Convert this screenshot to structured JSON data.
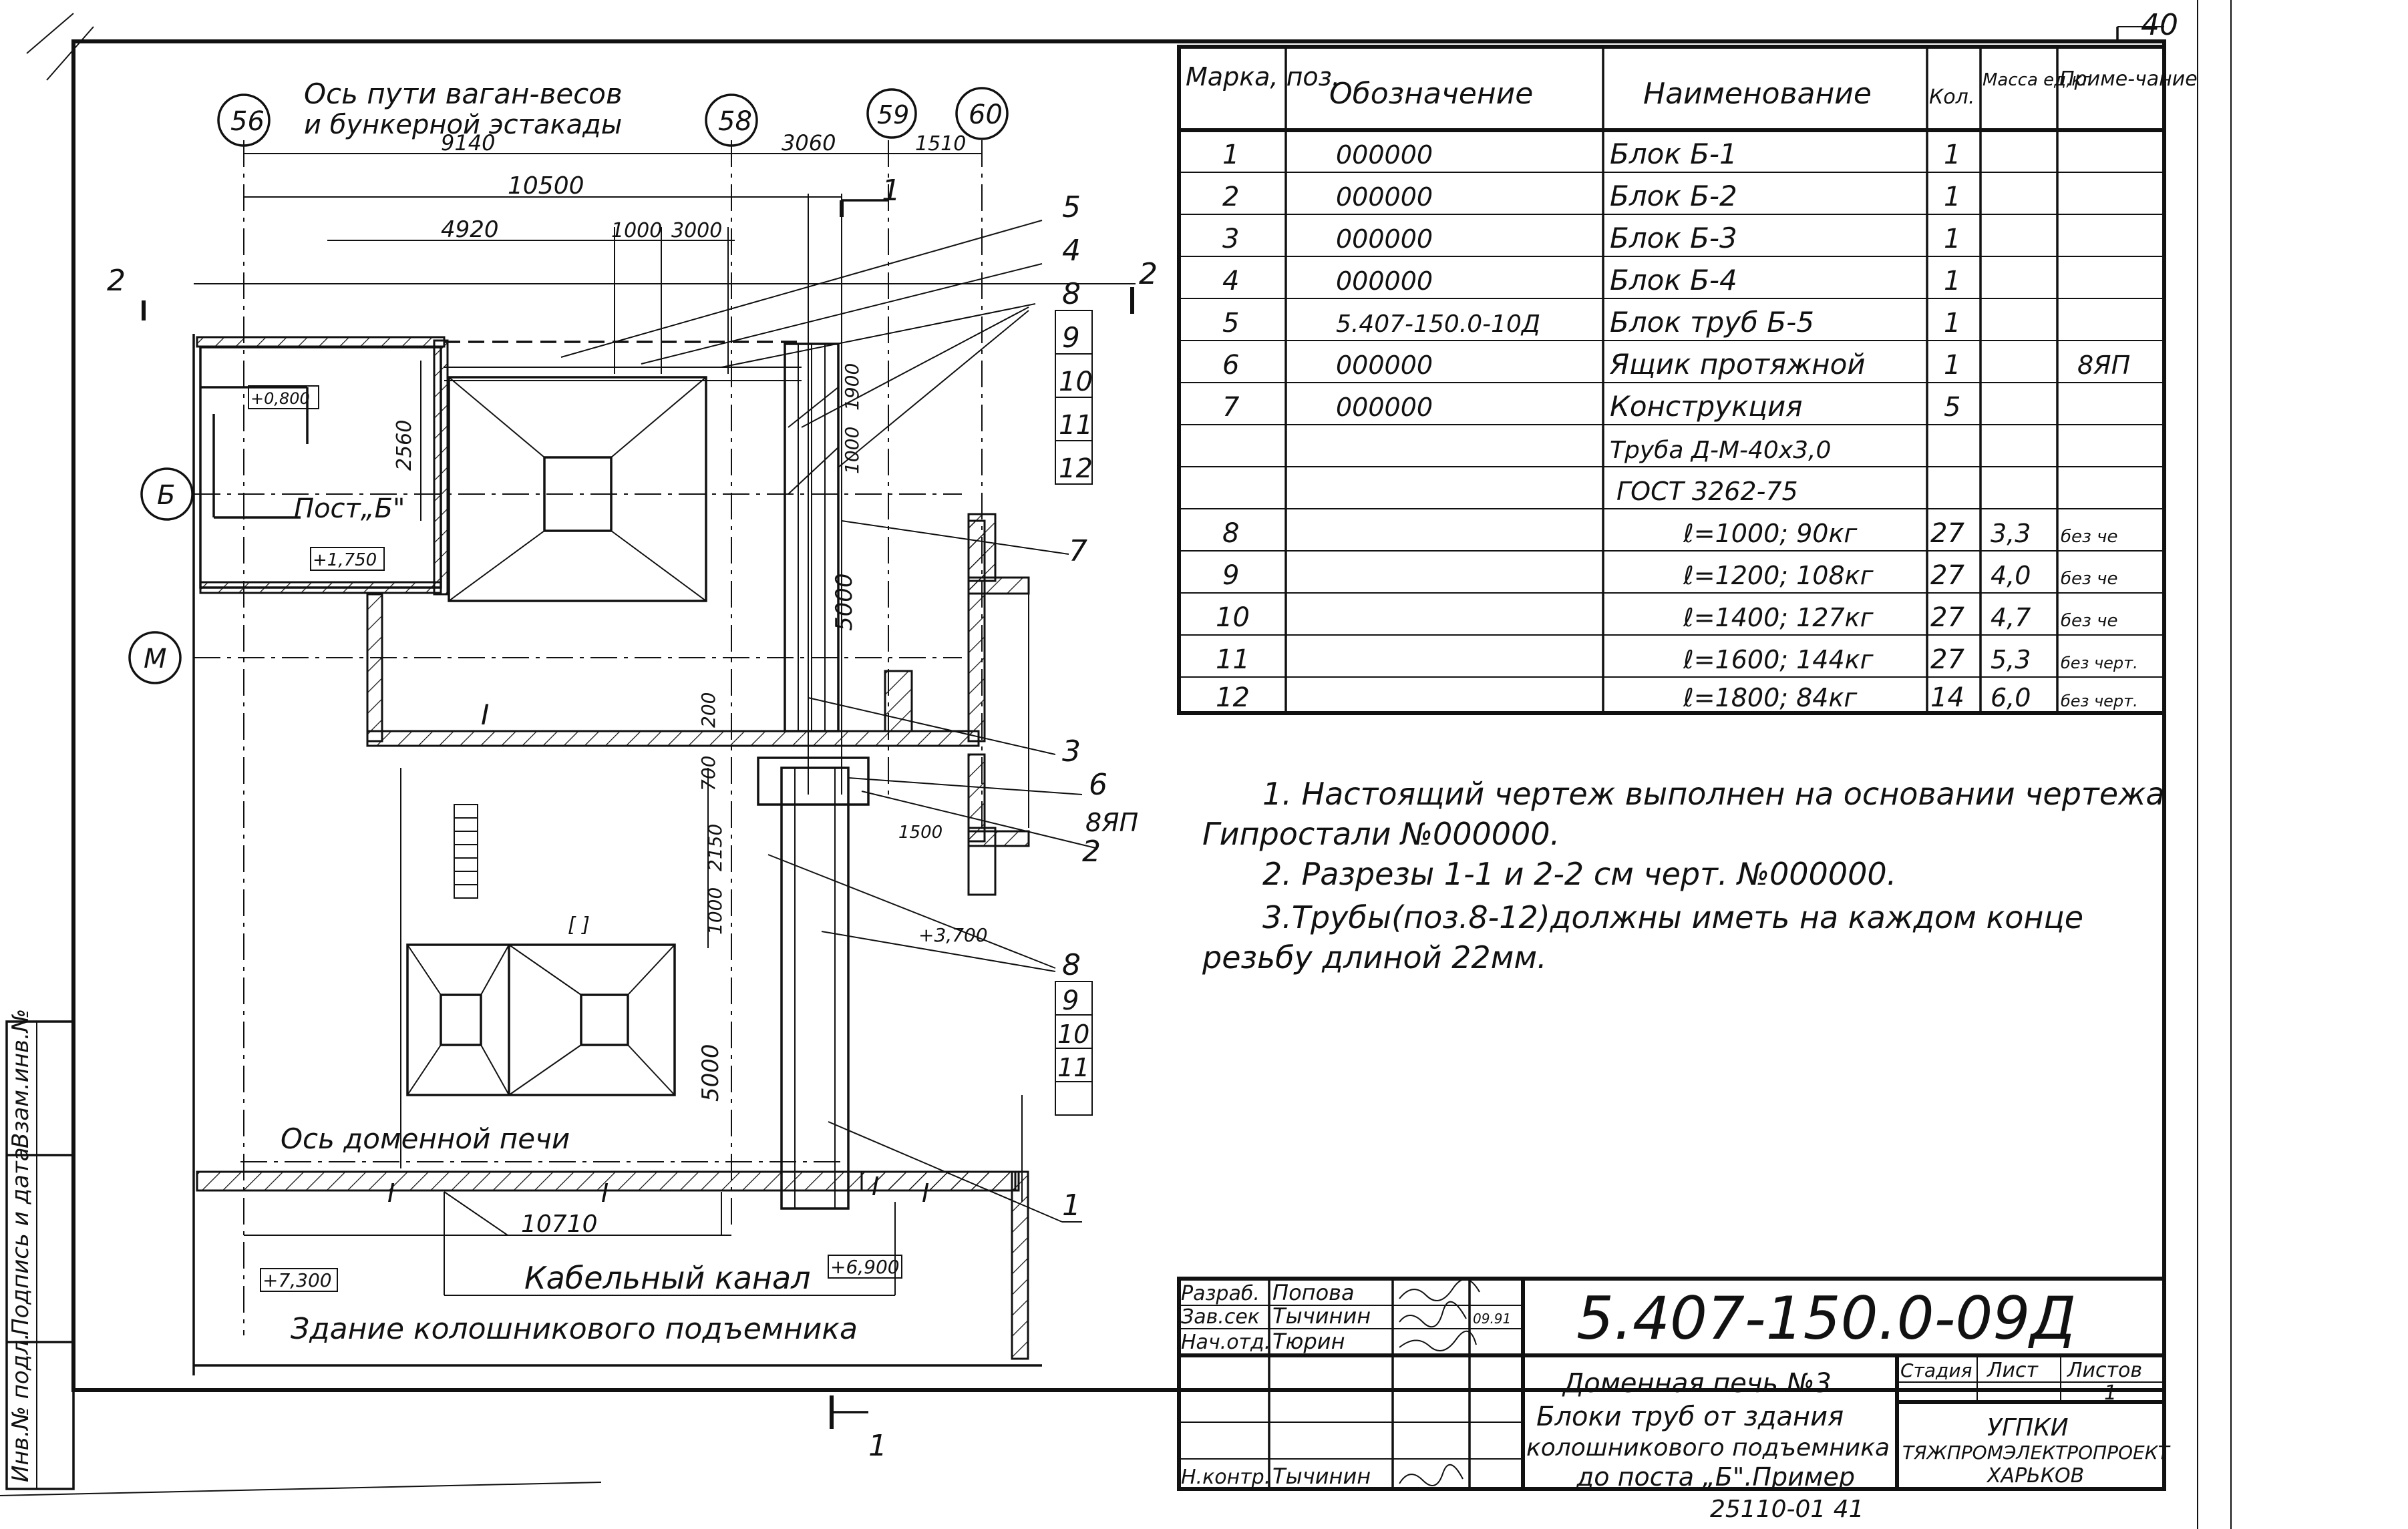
{
  "sheet_number": "40",
  "axes": {
    "a56": "56",
    "a58": "58",
    "a59": "59",
    "a60": "60",
    "aB": "Б",
    "aM": "М"
  },
  "plan": {
    "axis_label": "Ось пути ваган-весов",
    "axis_label2": "и бункерной эстакады",
    "furnace_axis": "Ось доменной печи",
    "cable_channel": "Кабельный канал",
    "building": "Здание колошникового подъемника",
    "post": "Пост„Б\"",
    "beam_mark1": "I",
    "beam_mark2": "I",
    "beam_mark3": "I",
    "beam_mark4": "I",
    "beam_mark5": "I",
    "bracket_marks": "[ ]",
    "dims": {
      "d9140": "9140",
      "d3060": "3060",
      "d1510": "1510",
      "d10500": "10500",
      "d4920": "4920",
      "d1000a": "1000",
      "d3000": "3000",
      "d1900": "1900",
      "d1000b": "1000",
      "d2560": "2560",
      "d5000a": "5000",
      "d200": "200",
      "d700": "700",
      "d1500": "1500",
      "d2150": "2150",
      "d1000c": "1000",
      "d5000b": "5000",
      "d10710": "10710"
    },
    "levels": {
      "l0800": "+0,800",
      "l1750": "+1,750",
      "l3700": "+3,700",
      "l7300": "+7,300",
      "l6900": "+6,900"
    },
    "sections": {
      "s1a": "1",
      "s1b": "1",
      "s2a": "2",
      "s2b": "2"
    },
    "callouts": {
      "c5": "5",
      "c4": "4",
      "c8a": "8",
      "c9a": "9",
      "c10a": "10",
      "c11a": "11",
      "c12a": "12",
      "c7": "7",
      "c3": "3",
      "c6": "6",
      "c8yap": "8ЯП",
      "c2": "2",
      "c8b": "8",
      "c9b": "9",
      "c10b": "10",
      "c11b": "11",
      "c1": "1"
    }
  },
  "spec": {
    "headers": {
      "mark": "Марка, поз.",
      "designation": "Обозначение",
      "name": "Наименование",
      "qty": "Кол.",
      "mass": "Масса ед,кг",
      "note": "Приме-чание"
    },
    "rows": [
      {
        "mark": "1",
        "des": "000000",
        "name": "Блок Б-1",
        "qty": "1",
        "mass": "",
        "note": ""
      },
      {
        "mark": "2",
        "des": "000000",
        "name": "Блок Б-2",
        "qty": "1",
        "mass": "",
        "note": ""
      },
      {
        "mark": "3",
        "des": "000000",
        "name": "Блок Б-3",
        "qty": "1",
        "mass": "",
        "note": ""
      },
      {
        "mark": "4",
        "des": "000000",
        "name": "Блок Б-4",
        "qty": "1",
        "mass": "",
        "note": ""
      },
      {
        "mark": "5",
        "des": "5.407-150.0-10Д",
        "name": "Блок труб Б-5",
        "qty": "1",
        "mass": "",
        "note": ""
      },
      {
        "mark": "6",
        "des": "000000",
        "name": "Ящик протяжной",
        "qty": "1",
        "mass": "",
        "note": "8ЯП"
      },
      {
        "mark": "7",
        "des": "000000",
        "name": "Конструкция",
        "qty": "5",
        "mass": "",
        "note": ""
      },
      {
        "mark": "",
        "des": "",
        "name": "Труба       Д-М-40х3,0",
        "qty": "",
        "mass": "",
        "note": ""
      },
      {
        "mark": "",
        "des": "",
        "name": "ГОСТ 3262-75",
        "qty": "",
        "mass": "",
        "note": ""
      },
      {
        "mark": "8",
        "des": "",
        "name": "ℓ=1000; 90кг",
        "qty": "27",
        "mass": "3,3",
        "note": "без че"
      },
      {
        "mark": "9",
        "des": "",
        "name": "ℓ=1200; 108кг",
        "qty": "27",
        "mass": "4,0",
        "note": "без че"
      },
      {
        "mark": "10",
        "des": "",
        "name": "ℓ=1400; 127кг",
        "qty": "27",
        "mass": "4,7",
        "note": "без че"
      },
      {
        "mark": "11",
        "des": "",
        "name": "ℓ=1600; 144кг",
        "qty": "27",
        "mass": "5,3",
        "note": "без черт."
      },
      {
        "mark": "12",
        "des": "",
        "name": "ℓ=1800; 84кг",
        "qty": "14",
        "mass": "6,0",
        "note": "без черт."
      }
    ]
  },
  "notes": {
    "n1a": "1. Настоящий чертеж выполнен на основании чертежа",
    "n1b": "Гипростали №000000.",
    "n2": "2. Разрезы 1-1 и 2-2 см черт. №000000.",
    "n3a": "3.Трубы(поз.8-12)должны иметь на каждом конце",
    "n3b": "резьбу длиной 22мм."
  },
  "title_block": {
    "code": "5.407-150.0-09Д",
    "r1_role": "Разраб.",
    "r1_name": "Попова",
    "r2_role": "Зав.сек",
    "r2_name": "Тычинин",
    "r2_date": "09.91",
    "r3_role": "Нач.отд.",
    "r3_name": "Тюрин",
    "r6_role": "Н.контр.",
    "r6_name": "Тычинин",
    "title1": "Доменная печь №3",
    "title2": "Блоки труб от здания",
    "title3": "колошникового подъемника",
    "title4": "до поста „Б\".Пример",
    "stage": "Стадия",
    "sheet": "Лист",
    "sheets": "Листов",
    "sheets_val": "1",
    "org1": "УГПКИ",
    "org2": "ТЯЖПРОМЭЛЕКТРОПРОЕКТ",
    "org3": "ХАРЬКОВ",
    "inventory": "25110-01   41"
  },
  "side_stamp": {
    "inv": "Инв.№ подл.",
    "sign": "Подпись и дата",
    "repl": "Взам.инв.№"
  }
}
